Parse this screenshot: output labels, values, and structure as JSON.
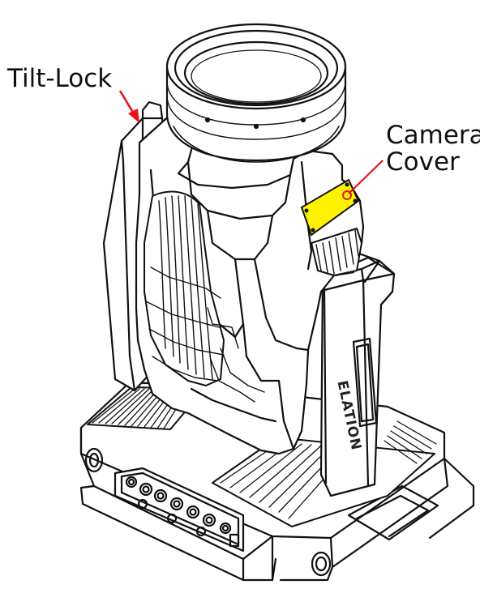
{
  "labels": {
    "tilt_lock": "Tilt-Lock",
    "camera_cover_line1": "Camera",
    "camera_cover_line2": "Cover"
  },
  "brand": "ELATION",
  "colors": {
    "arrow": "#e8141c",
    "highlight": "#fff200",
    "line": "#111111"
  }
}
